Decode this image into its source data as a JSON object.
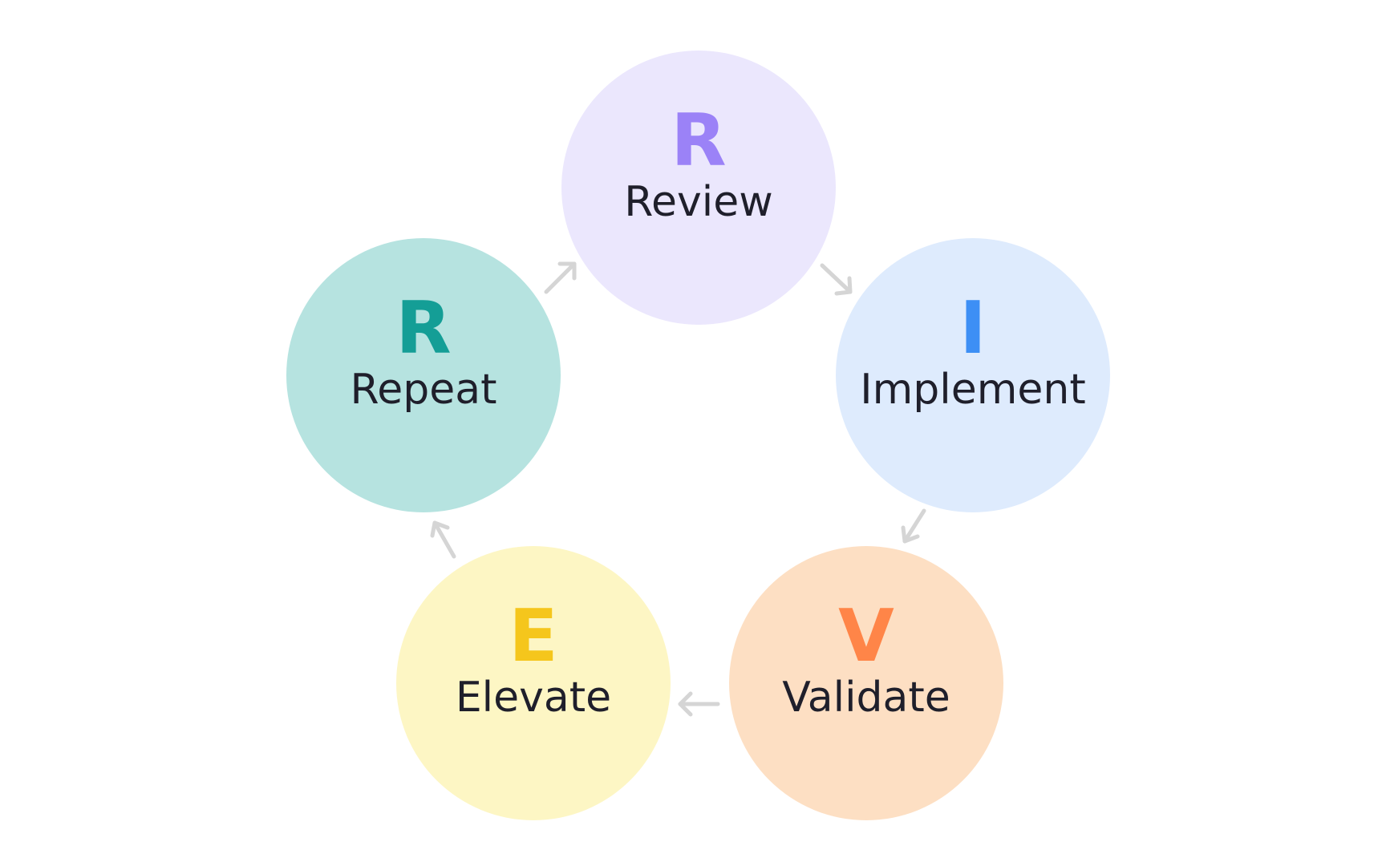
{
  "steps": [
    {
      "id": "review",
      "letter": "R",
      "word": "Review",
      "circle": "#ebe7fd",
      "accent": "#9b82f7"
    },
    {
      "id": "implement",
      "letter": "I",
      "word": "Implement",
      "circle": "#deebfd",
      "accent": "#3d8ff5"
    },
    {
      "id": "validate",
      "letter": "V",
      "word": "Validate",
      "circle": "#fddfc3",
      "accent": "#ff8548"
    },
    {
      "id": "elevate",
      "letter": "E",
      "word": "Elevate",
      "circle": "#fdf6c4",
      "accent": "#f5c61c"
    },
    {
      "id": "repeat",
      "letter": "R",
      "word": "Repeat",
      "circle": "#b6e3e0",
      "accent": "#149e96"
    }
  ],
  "arrow_color": "#d5d5d5"
}
